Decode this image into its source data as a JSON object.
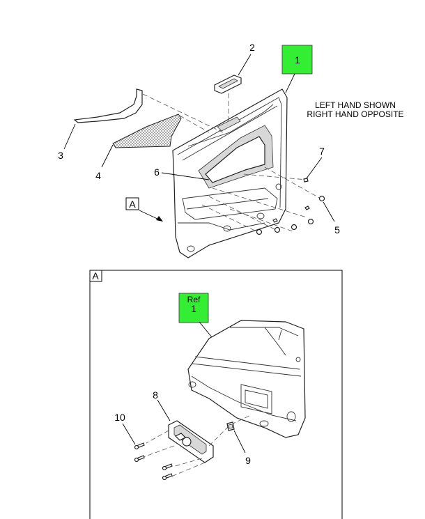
{
  "note": {
    "line1": "LEFT HAND SHOWN",
    "line2": "RIGHT HAND OPPOSITE"
  },
  "highlight_color": "#33ee33",
  "callouts": {
    "c1": "1",
    "c2": "2",
    "c3": "3",
    "c4": "4",
    "c5": "5",
    "c6": "6",
    "c7": "7",
    "c8": "8",
    "c9": "9",
    "c10": "10",
    "ref_label": "Ref",
    "ref_num": "1"
  },
  "view": {
    "label": "A",
    "detail_label": "A"
  }
}
